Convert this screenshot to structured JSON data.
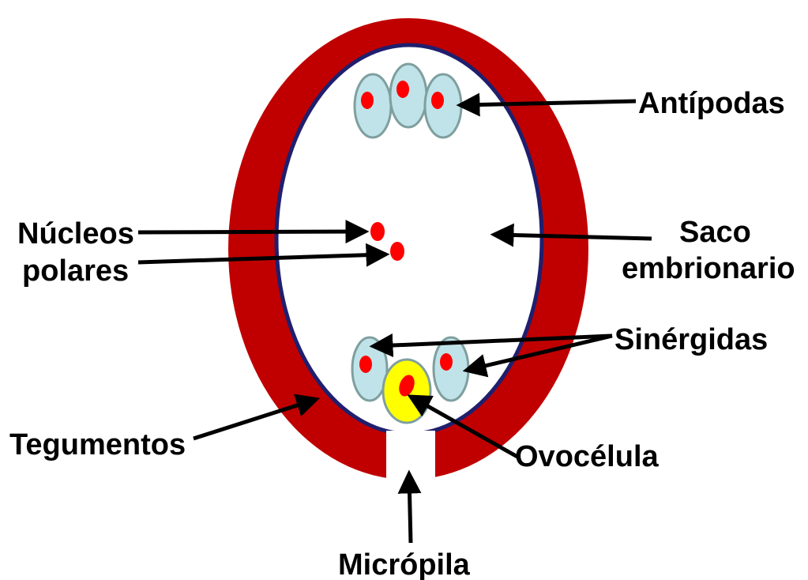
{
  "colors": {
    "integument": "#C00000",
    "sac_border": "#1F1F6E",
    "sac_fill": "#FFFFFF",
    "cell_fill": "#BFE3E8",
    "cell_border": "#7F9F9F",
    "nucleus": "#FF0000",
    "egg_fill": "#FFFF00",
    "arrow": "#000000",
    "text": "#000000"
  },
  "labels": {
    "antipodas": "Antípodas",
    "nucleos_line1": "Núcleos",
    "nucleos_line2": "polares",
    "saco_line1": "Saco",
    "saco_line2": "embrionario",
    "sinergidas": "Sinérgidas",
    "tegumentos": "Tegumentos",
    "ovocelula": "Ovocélula",
    "micropila": "Micrópila"
  },
  "icons": {
    "arrowhead": "arrowhead-icon"
  }
}
